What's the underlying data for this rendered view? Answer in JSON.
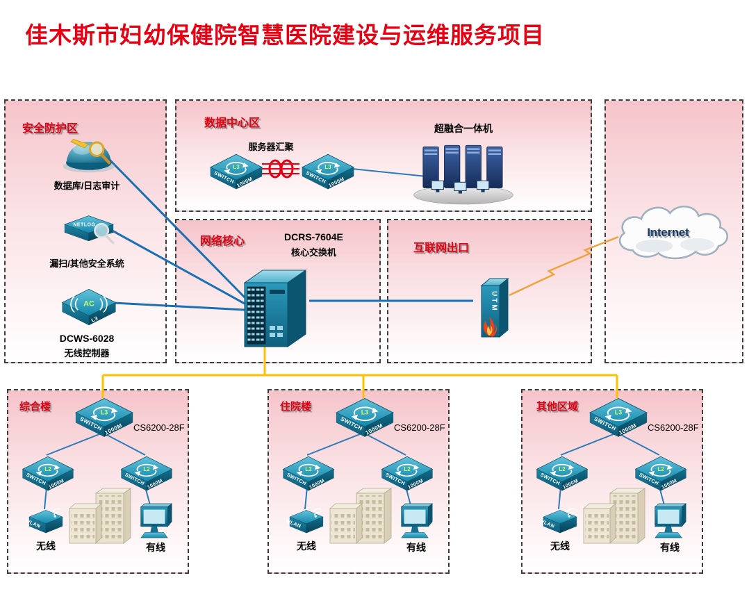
{
  "title": "佳木斯市妇幼保健院智慧医院建设与运维服务项目",
  "colors": {
    "accent_red": "#E60012",
    "line_blue": "#1B6FB5",
    "line_yellow": "#FFC000",
    "link_red": "#E60012",
    "device_teal": "#1286AA"
  },
  "icons": {
    "switch": "teal-3d-diamond-switch",
    "rotation_arrows": "circular-arrows",
    "wifi": "signal-arcs",
    "magnifier": "magnifying-glass",
    "flame": "firewall-flame",
    "cloud": "internet-cloud",
    "building": "office-building",
    "monitor": "desktop-monitor",
    "servers": "server-towers-on-platform",
    "dome": "database-audit-dome"
  },
  "switch_glyph": {
    "left_face": "SWITCH",
    "right_face": "1000M",
    "l3": "L3",
    "l2": "L2"
  },
  "zones": {
    "security": {
      "label": "安全防护区",
      "audit_label": "数据库/日志审计",
      "netlog_badge": "NETLOG",
      "netlog_label": "漏扫/其他安全系统",
      "ac_badge": "AC",
      "ac_layer": "L3",
      "ac_model": "DCWS-6028",
      "ac_label": "无线控制器"
    },
    "datacenter": {
      "label": "数据中心区",
      "aggregation_label": "服务器汇聚",
      "hyperconverged_label": "超融合一体机"
    },
    "core": {
      "label": "网络核心",
      "model": "DCRS-7604E",
      "device": "核心交换机"
    },
    "internet_exit": {
      "label": "互联网出口",
      "utm": "UTM"
    },
    "internet": {
      "label": "Internet"
    },
    "buildings": [
      {
        "label": "综合楼",
        "switch_model": "CS6200-28F",
        "wlan": "WLAN",
        "wireless": "无线",
        "wired": "有线"
      },
      {
        "label": "住院楼",
        "switch_model": "CS6200-28F",
        "wlan": "WLAN",
        "wireless": "无线",
        "wired": "有线"
      },
      {
        "label": "其他区域",
        "switch_model": "CS6200-28F",
        "wlan": "WLAN",
        "wireless": "无线",
        "wired": "有线"
      }
    ]
  }
}
